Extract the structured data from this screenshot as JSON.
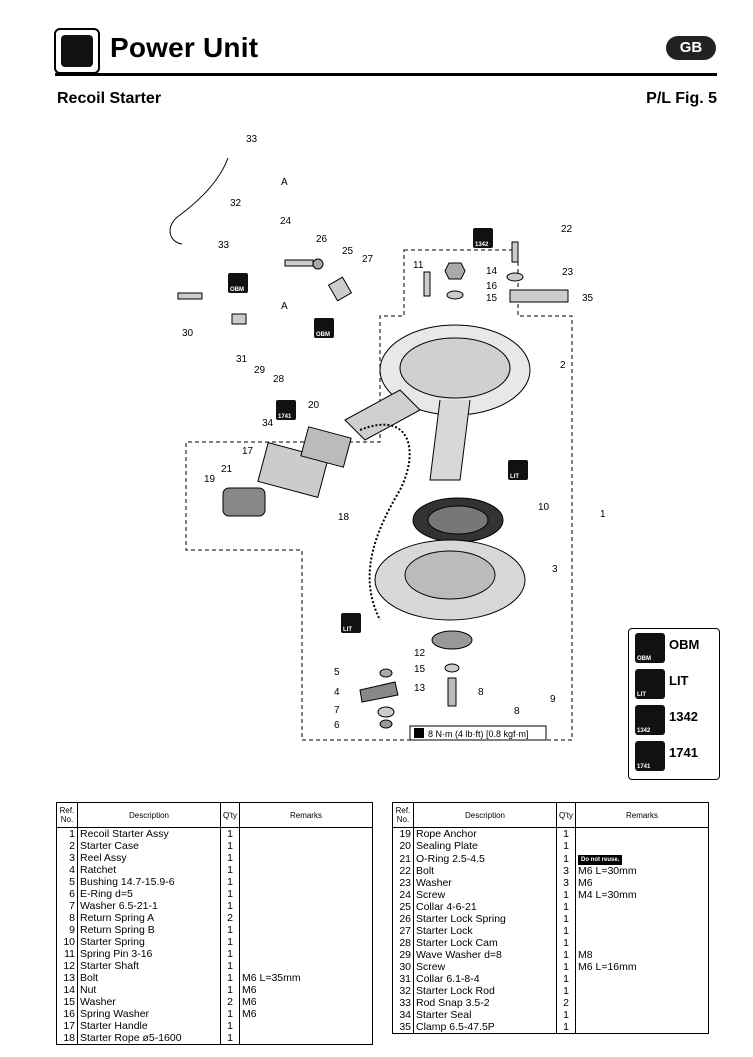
{
  "header": {
    "title": "Power Unit",
    "region": "GB",
    "subtitle": "Recoil Starter",
    "figure": "P/L Fig. 5"
  },
  "diagram": {
    "callouts": [
      "33",
      "32",
      "33",
      "24",
      "26",
      "25",
      "27",
      "11",
      "14",
      "16",
      "15",
      "22",
      "23",
      "35",
      "30",
      "31",
      "29",
      "28",
      "2",
      "20",
      "34",
      "17",
      "21",
      "19",
      "18",
      "10",
      "1",
      "3",
      "12",
      "15",
      "5",
      "4",
      "7",
      "6",
      "13",
      "8",
      "8",
      "9",
      "A",
      "A"
    ],
    "badges": [
      "1342",
      "OBM",
      "OBM",
      "1741",
      "LIT",
      "LIT"
    ],
    "torque": "8 N·m (4 lb·ft) [0.8 kgf·m]"
  },
  "legend": [
    {
      "icon": "OBM",
      "label": "OBM"
    },
    {
      "icon": "LIT",
      "label": "LIT"
    },
    {
      "icon": "1342",
      "label": "1342"
    },
    {
      "icon": "1741",
      "label": "1741"
    }
  ],
  "table": {
    "headers": {
      "ref": "Ref. No.",
      "desc": "Description",
      "qty": "Q'ty",
      "remarks": "Remarks"
    },
    "left": [
      [
        "1",
        "Recoil Starter Assy",
        "1",
        ""
      ],
      [
        "2",
        "Starter Case",
        "1",
        ""
      ],
      [
        "3",
        "Reel Assy",
        "1",
        ""
      ],
      [
        "4",
        "Ratchet",
        "1",
        ""
      ],
      [
        "5",
        "Bushing 14.7-15.9-6",
        "1",
        ""
      ],
      [
        "6",
        "E-Ring d=5",
        "1",
        ""
      ],
      [
        "7",
        "Washer 6.5-21-1",
        "1",
        ""
      ],
      [
        "8",
        "Return Spring A",
        "2",
        ""
      ],
      [
        "9",
        "Return Spring B",
        "1",
        ""
      ],
      [
        "10",
        "Starter Spring",
        "1",
        ""
      ],
      [
        "11",
        "Spring Pin 3-16",
        "1",
        ""
      ],
      [
        "12",
        "Starter Shaft",
        "1",
        ""
      ],
      [
        "13",
        "Bolt",
        "1",
        "M6 L=35mm"
      ],
      [
        "14",
        "Nut",
        "1",
        "M6"
      ],
      [
        "15",
        "Washer",
        "2",
        "M6"
      ],
      [
        "16",
        "Spring Washer",
        "1",
        "M6"
      ],
      [
        "17",
        "Starter Handle",
        "1",
        ""
      ],
      [
        "18",
        "Starter Rope ø5-1600",
        "1",
        ""
      ]
    ],
    "right": [
      [
        "19",
        "Rope Anchor",
        "1",
        ""
      ],
      [
        "20",
        "Sealing Plate",
        "1",
        ""
      ],
      [
        "21",
        "O-Ring 2.5-4.5",
        "1",
        "Do not reuse."
      ],
      [
        "22",
        "Bolt",
        "3",
        "M6 L=30mm"
      ],
      [
        "23",
        "Washer",
        "3",
        "M6"
      ],
      [
        "24",
        "Screw",
        "1",
        "M4 L=30mm"
      ],
      [
        "25",
        "Collar 4-6-21",
        "1",
        ""
      ],
      [
        "26",
        "Starter Lock Spring",
        "1",
        ""
      ],
      [
        "27",
        "Starter Lock",
        "1",
        ""
      ],
      [
        "28",
        "Starter Lock Cam",
        "1",
        ""
      ],
      [
        "29",
        "Wave Washer d=8",
        "1",
        "M8"
      ],
      [
        "30",
        "Screw",
        "1",
        "M6 L=16mm"
      ],
      [
        "31",
        "Collar 6.1-8-4",
        "1",
        ""
      ],
      [
        "32",
        "Starter Lock Rod",
        "1",
        ""
      ],
      [
        "33",
        "Rod Snap 3.5-2",
        "2",
        ""
      ],
      [
        "34",
        "Starter Seal",
        "1",
        ""
      ],
      [
        "35",
        "Clamp 6.5-47.5P",
        "1",
        ""
      ]
    ]
  }
}
